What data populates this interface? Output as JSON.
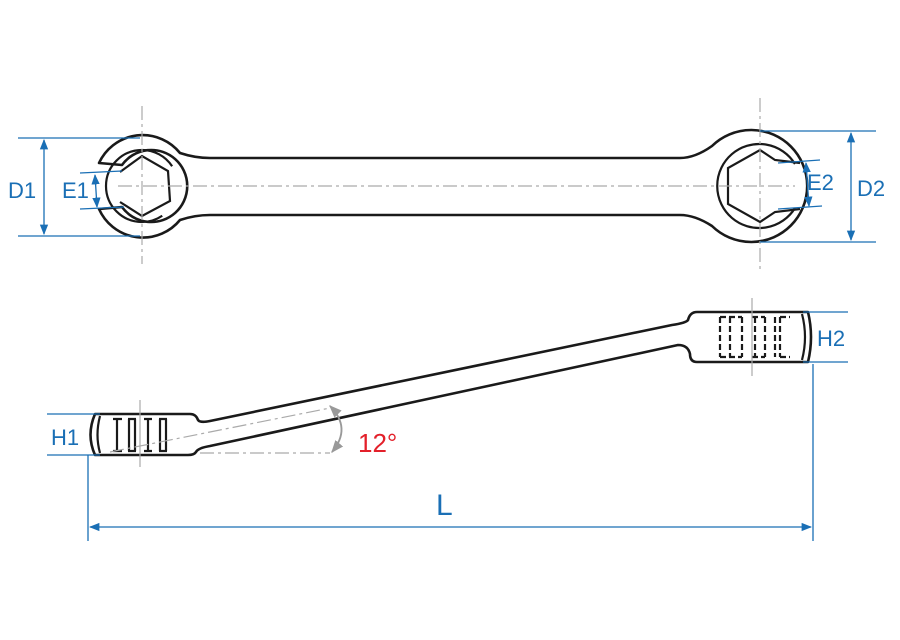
{
  "diagram": {
    "title": "Double ended flare nut wrench dimensions",
    "labels": {
      "d1": "D1",
      "e1": "E1",
      "d2": "D2",
      "e2": "E2",
      "h1": "H1",
      "h2": "H2",
      "length": "L",
      "angle": "12°"
    },
    "colors": {
      "dimension": "#1a6fb5",
      "angle": "#e3202a",
      "outline": "#1a1a1a",
      "centerline": "#aaaaaa"
    }
  }
}
